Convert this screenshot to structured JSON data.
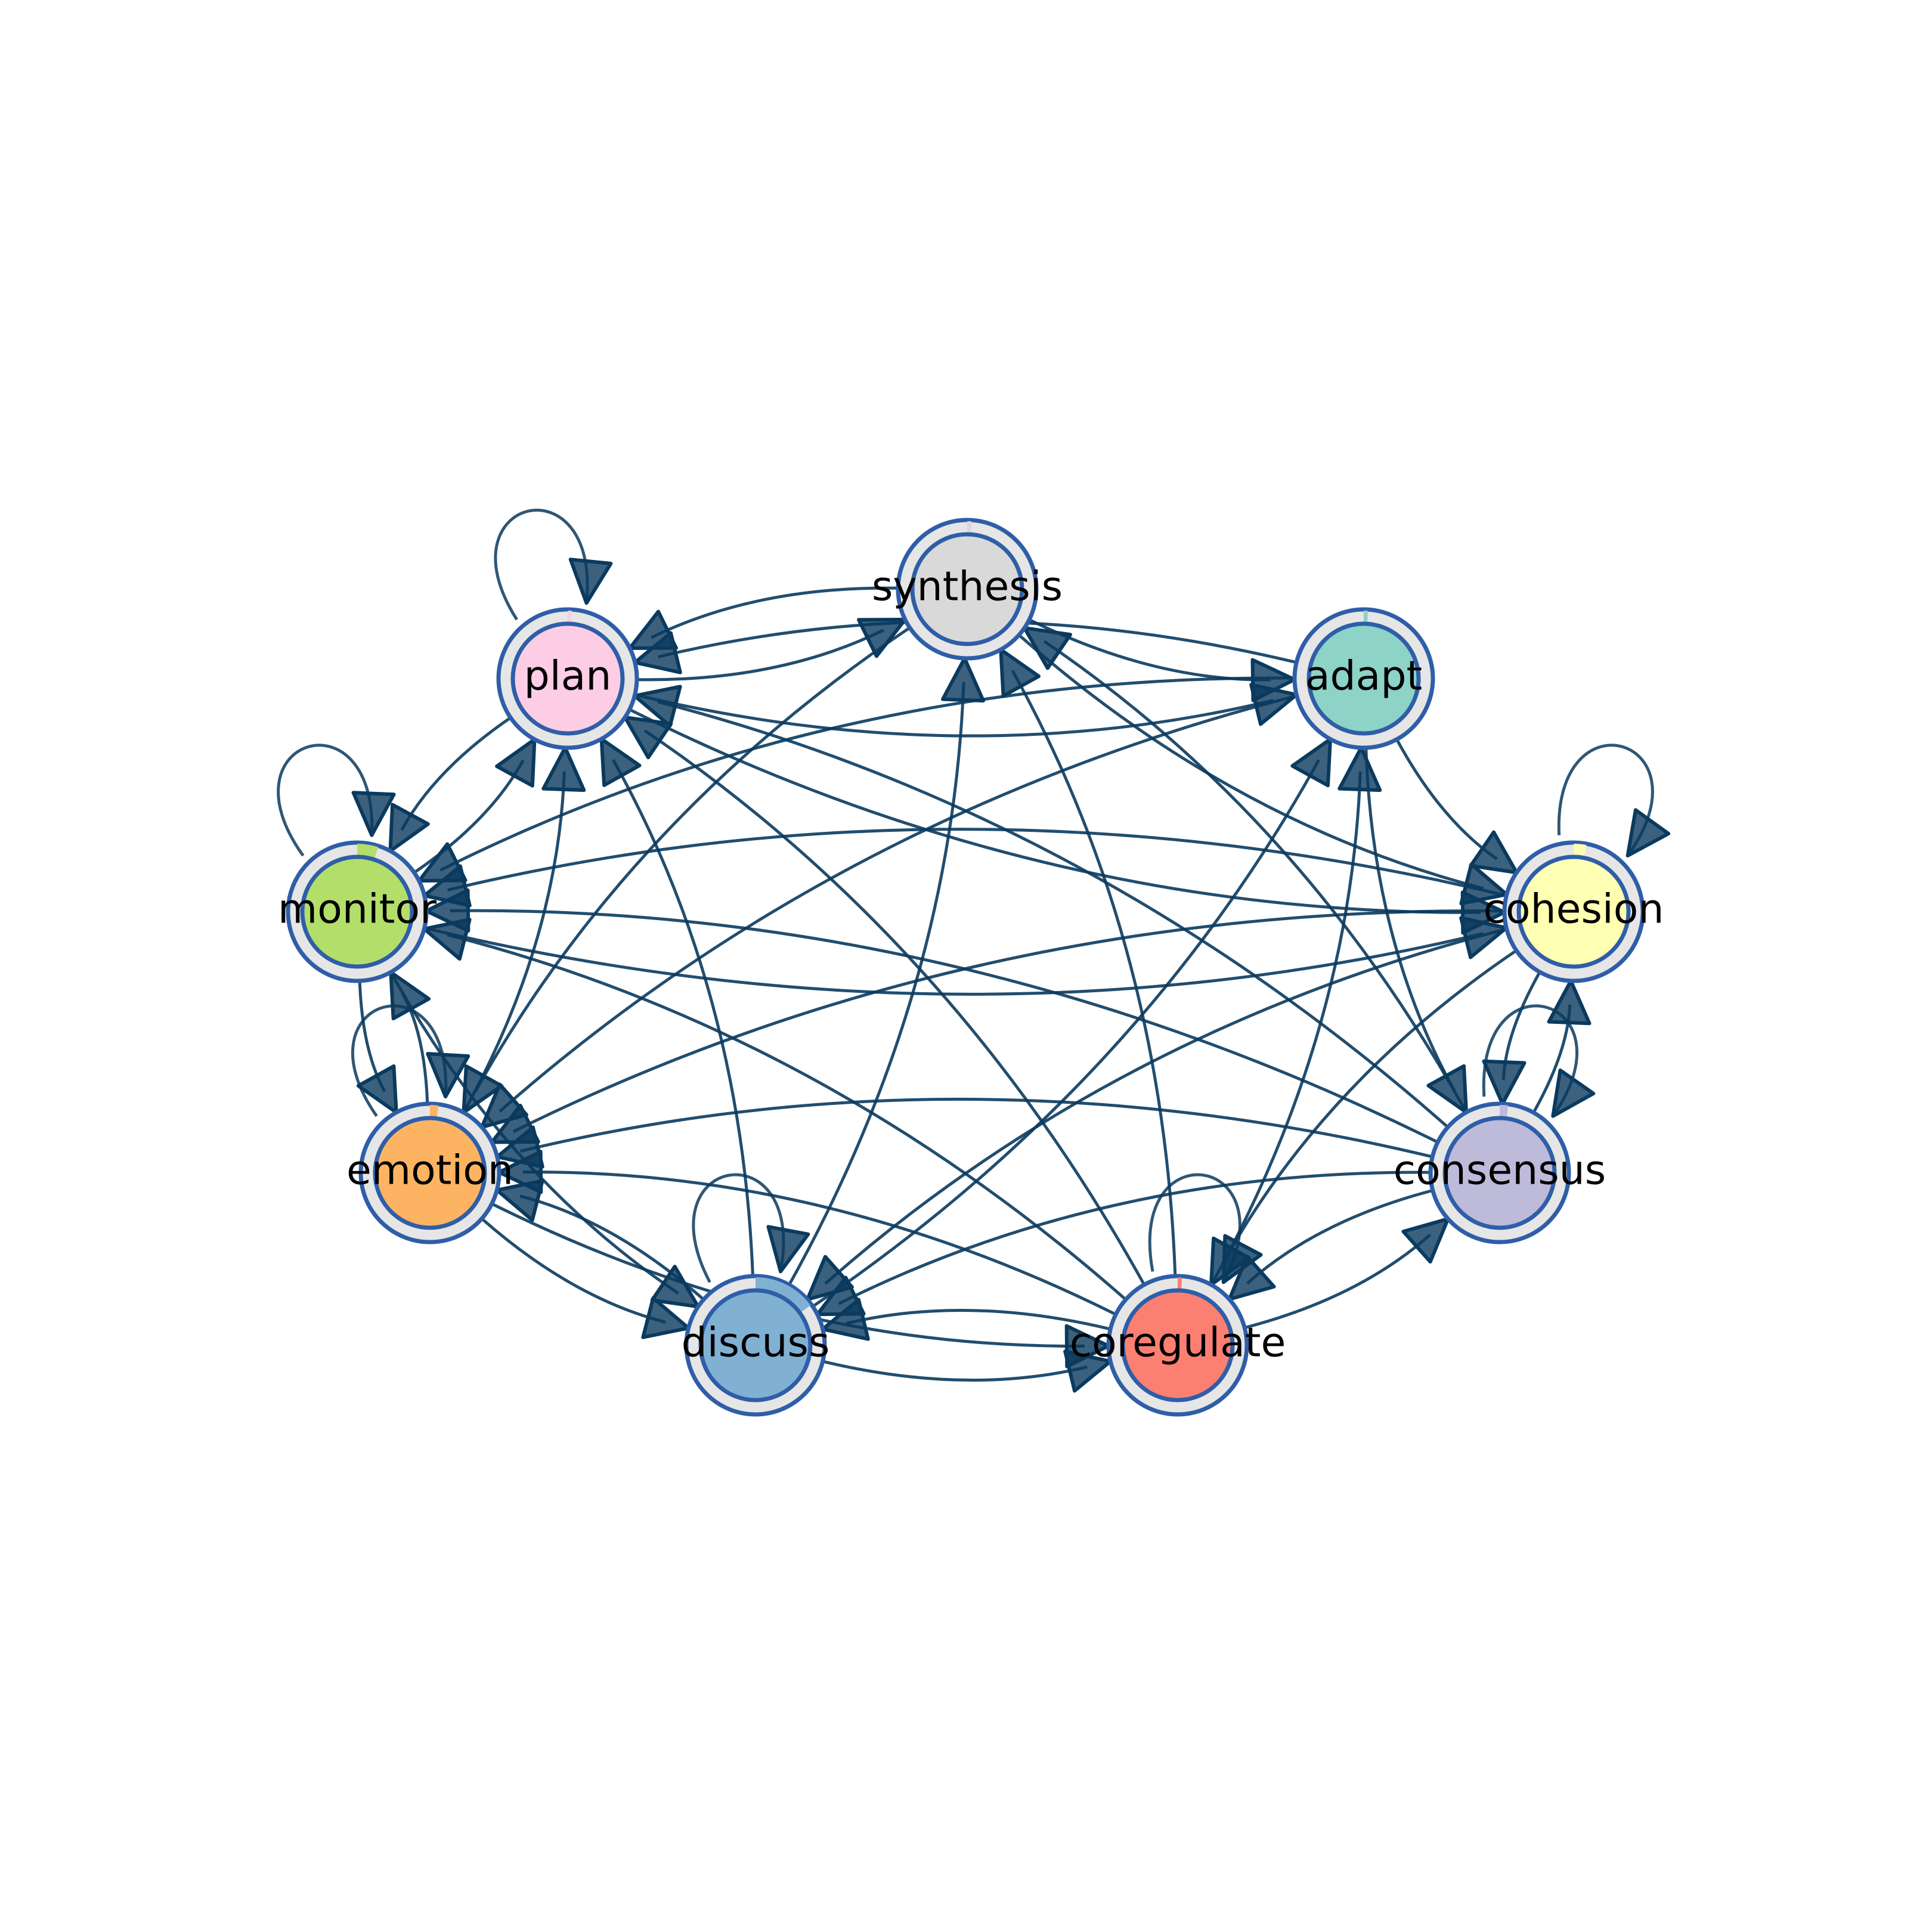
{
  "colors": {
    "edge": "#0a3a5e",
    "node_border": "#2f5ea8",
    "ring": "#e6e6e6"
  },
  "nodes": [
    {
      "id": "synthesis",
      "label": "synthesis",
      "color": "#d9d9d9",
      "pie": 0.01,
      "self_loop": false
    },
    {
      "id": "adapt",
      "label": "adapt",
      "color": "#8dd3c7",
      "pie": 0.01,
      "self_loop": false
    },
    {
      "id": "cohesion",
      "label": "cohesion",
      "color": "#ffffb3",
      "pie": 0.03,
      "self_loop": true
    },
    {
      "id": "consensus",
      "label": "consensus",
      "color": "#bebada",
      "pie": 0.02,
      "self_loop": true
    },
    {
      "id": "coregulate",
      "label": "coregulate",
      "color": "#fb8072",
      "pie": 0.01,
      "self_loop": true
    },
    {
      "id": "discuss",
      "label": "discuss",
      "color": "#80b1d3",
      "pie": 0.15,
      "self_loop": true
    },
    {
      "id": "emotion",
      "label": "emotion",
      "color": "#fdb462",
      "pie": 0.02,
      "self_loop": true
    },
    {
      "id": "monitor",
      "label": "monitor",
      "color": "#b3de69",
      "pie": 0.05,
      "self_loop": true
    },
    {
      "id": "plan",
      "label": "plan",
      "color": "#fccde5",
      "pie": 0.01,
      "self_loop": true
    }
  ],
  "edges": [
    [
      "synthesis",
      "plan"
    ],
    [
      "plan",
      "synthesis"
    ],
    [
      "synthesis",
      "adapt"
    ],
    [
      "synthesis",
      "cohesion"
    ],
    [
      "synthesis",
      "emotion"
    ],
    [
      "discuss",
      "synthesis"
    ],
    [
      "coregulate",
      "synthesis"
    ],
    [
      "consensus",
      "synthesis"
    ],
    [
      "plan",
      "adapt"
    ],
    [
      "adapt",
      "plan"
    ],
    [
      "plan",
      "cohesion"
    ],
    [
      "monitor",
      "plan"
    ],
    [
      "plan",
      "monitor"
    ],
    [
      "emotion",
      "plan"
    ],
    [
      "discuss",
      "plan"
    ],
    [
      "coregulate",
      "plan"
    ],
    [
      "consensus",
      "plan"
    ],
    [
      "adapt",
      "monitor"
    ],
    [
      "adapt",
      "emotion"
    ],
    [
      "adapt",
      "cohesion"
    ],
    [
      "adapt",
      "consensus"
    ],
    [
      "discuss",
      "adapt"
    ],
    [
      "coregulate",
      "adapt"
    ],
    [
      "monitor",
      "cohesion"
    ],
    [
      "cohesion",
      "monitor"
    ],
    [
      "monitor",
      "emotion"
    ],
    [
      "emotion",
      "monitor"
    ],
    [
      "monitor",
      "discuss"
    ],
    [
      "consensus",
      "monitor"
    ],
    [
      "coregulate",
      "monitor"
    ],
    [
      "cohesion",
      "consensus"
    ],
    [
      "consensus",
      "cohesion"
    ],
    [
      "cohesion",
      "emotion"
    ],
    [
      "cohesion",
      "discuss"
    ],
    [
      "cohesion",
      "coregulate"
    ],
    [
      "emotion",
      "discuss"
    ],
    [
      "discuss",
      "emotion"
    ],
    [
      "emotion",
      "coregulate"
    ],
    [
      "coregulate",
      "emotion"
    ],
    [
      "consensus",
      "emotion"
    ],
    [
      "discuss",
      "coregulate"
    ],
    [
      "coregulate",
      "discuss"
    ],
    [
      "consensus",
      "discuss"
    ],
    [
      "consensus",
      "coregulate"
    ],
    [
      "coregulate",
      "consensus"
    ]
  ]
}
